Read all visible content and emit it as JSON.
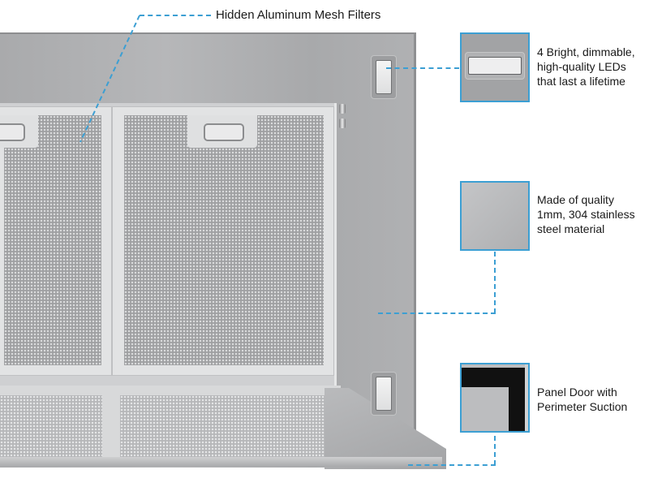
{
  "callouts": {
    "filters": {
      "text": "Hidden Aluminum Mesh Filters"
    },
    "leds": {
      "line1": "4 Bright, dimmable,",
      "line2": "high-quality LEDs",
      "line3": "that last a lifetime"
    },
    "steel": {
      "line1": "Made of quality",
      "line2": "1mm, 304 stainless",
      "line3": "steel material"
    },
    "door": {
      "line1": "Panel Door with",
      "line2": "Perimeter Suction"
    }
  },
  "colors": {
    "leader_line": "#3c9fd3",
    "thumb_border": "#3c9fd3",
    "steel": "#b0b1b3",
    "text": "#1a1a1a"
  }
}
